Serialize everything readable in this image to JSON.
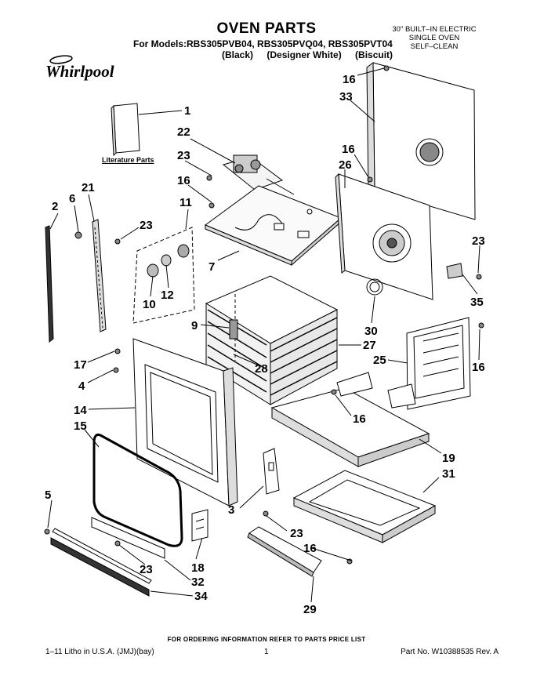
{
  "header": {
    "title": "OVEN PARTS",
    "models": "For Models:RBS305PVB04, RBS305PVQ04, RBS305PVT04",
    "colors": [
      "(Black)",
      "(Designer White)",
      "(Biscuit)"
    ],
    "spec_lines": [
      "30\" BUILT–IN ELECTRIC",
      "SINGLE OVEN",
      "SELF–CLEAN"
    ],
    "brand": "Whirlpool"
  },
  "literature_label": "Literature Parts",
  "callouts": {
    "c1": "1",
    "c22": "22",
    "c23a": "23",
    "c16a": "16",
    "c2": "2",
    "c6": "6",
    "c21": "21",
    "c11": "11",
    "c23b": "23",
    "c7": "7",
    "c10": "10",
    "c12": "12",
    "c9": "9",
    "c17": "17",
    "c4": "4",
    "c14": "14",
    "c15": "15",
    "c5": "5",
    "c28": "28",
    "c16top": "16",
    "c33": "33",
    "c16b": "16",
    "c26": "26",
    "c23c": "23",
    "c35": "35",
    "c30": "30",
    "c27": "27",
    "c25": "25",
    "c16c": "16",
    "c16d": "16",
    "c19": "19",
    "c31": "31",
    "c3": "3",
    "c23d": "23",
    "c16e": "16",
    "c18": "18",
    "c23e": "23",
    "c32": "32",
    "c34": "34",
    "c29": "29"
  },
  "footer": {
    "ordering": "FOR ORDERING INFORMATION REFER TO PARTS PRICE LIST",
    "litho": "1–11 Litho in U.S.A. (JMJ)(bay)",
    "page": "1",
    "part_no": "Part No. W10388535 Rev. A"
  }
}
